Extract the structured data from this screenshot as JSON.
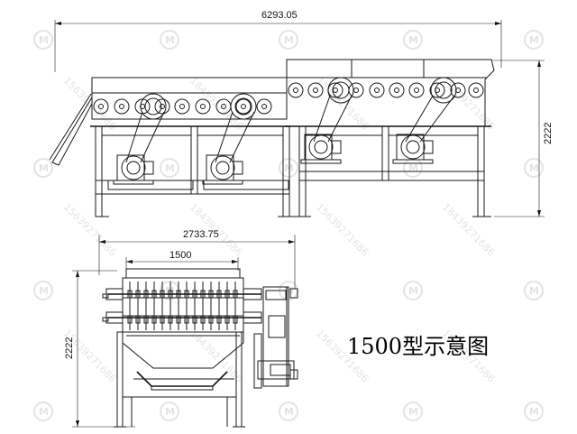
{
  "drawing": {
    "title": "1500型示意图",
    "dimensions": {
      "overall_length": "6293.05",
      "overall_height_side": "2222",
      "plan_width": "2733.75",
      "inner_width": "1500",
      "end_view_height": "2222"
    },
    "watermark": {
      "logo_glyph": "M",
      "phone_text": "15639271686",
      "contact_text": "18439271686"
    },
    "colors": {
      "line": "#1a1a1a",
      "background": "#ffffff",
      "watermark": "#d0d0d0"
    }
  }
}
